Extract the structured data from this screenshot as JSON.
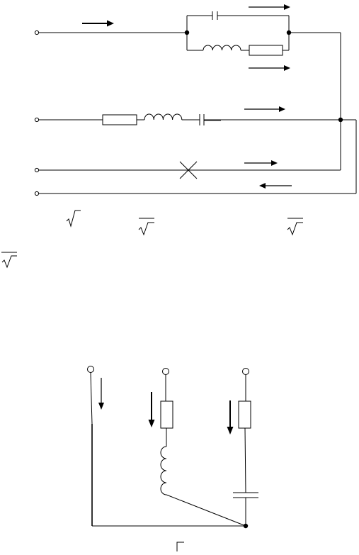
{
  "figure_top": {
    "rows": [
      "row-1",
      "row-2",
      "row-3",
      "neutral"
    ],
    "branches": {
      "row-1": [
        "capacitor",
        "inductor",
        "resistor"
      ],
      "row-2": [
        "resistor",
        "inductor",
        "capacitor"
      ],
      "row-3": [
        "break-mark"
      ]
    },
    "current_arrows": [
      "line-1",
      "branch-capacitor",
      "branch-inductor-resistor",
      "line-2",
      "line-3",
      "neutral-return"
    ],
    "formula_marks": [
      "sqrt-sign",
      "sqrt-sign",
      "sqrt-sign",
      "sqrt-sign"
    ]
  },
  "figure_bottom": {
    "legs": [
      "wire",
      "resistor-inductor",
      "resistor-capacitor"
    ],
    "current_arrows": [
      "leg-1",
      "leg-2",
      "leg-3"
    ],
    "formula_marks": [
      "corner-bracket"
    ]
  }
}
